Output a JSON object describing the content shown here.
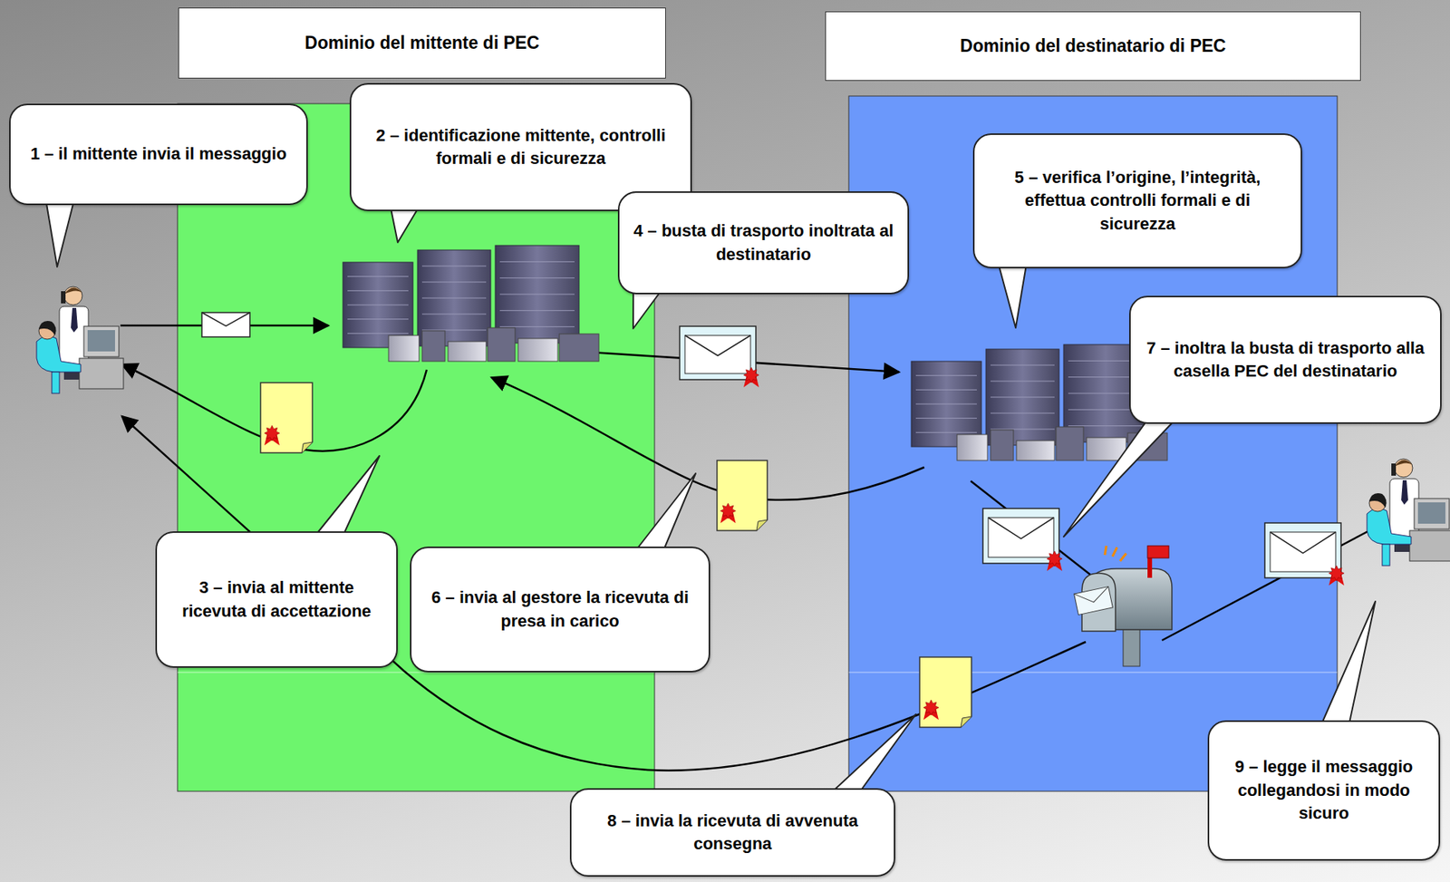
{
  "diagram": {
    "nodes": [
      {
        "text": [
          "Dominio del mittente di PEC"
        ]
      },
      {
        "text": [
          "Dominio del destinatario di PEC"
        ]
      },
      {
        "text": [
          "1 – il mittente invia il messaggio"
        ]
      },
      {
        "text": [
          "2 – identificazione mittente, controlli formali e di sicurezza"
        ]
      },
      {
        "text": [
          "3 – invia al mittente ricevuta di accettazione"
        ]
      },
      {
        "text": [
          "4 – busta di trasporto inoltrata al destinatario"
        ]
      },
      {
        "text": [
          "5 – verifica l’origine, l’integrità, effettua controlli formali e di sicurezza"
        ]
      },
      {
        "text": [
          "6 – invia al gestore la ricevuta di presa in carico"
        ]
      },
      {
        "text": [
          "7 – inoltra la busta di trasporto alla casella PEC del destinatario"
        ]
      },
      {
        "text": [
          "8 – invia la ricevuta di avvenuta consegna"
        ]
      },
      {
        "text": [
          "9 – legge il messaggio collegandosi in modo sicuro"
        ]
      }
    ]
  }
}
